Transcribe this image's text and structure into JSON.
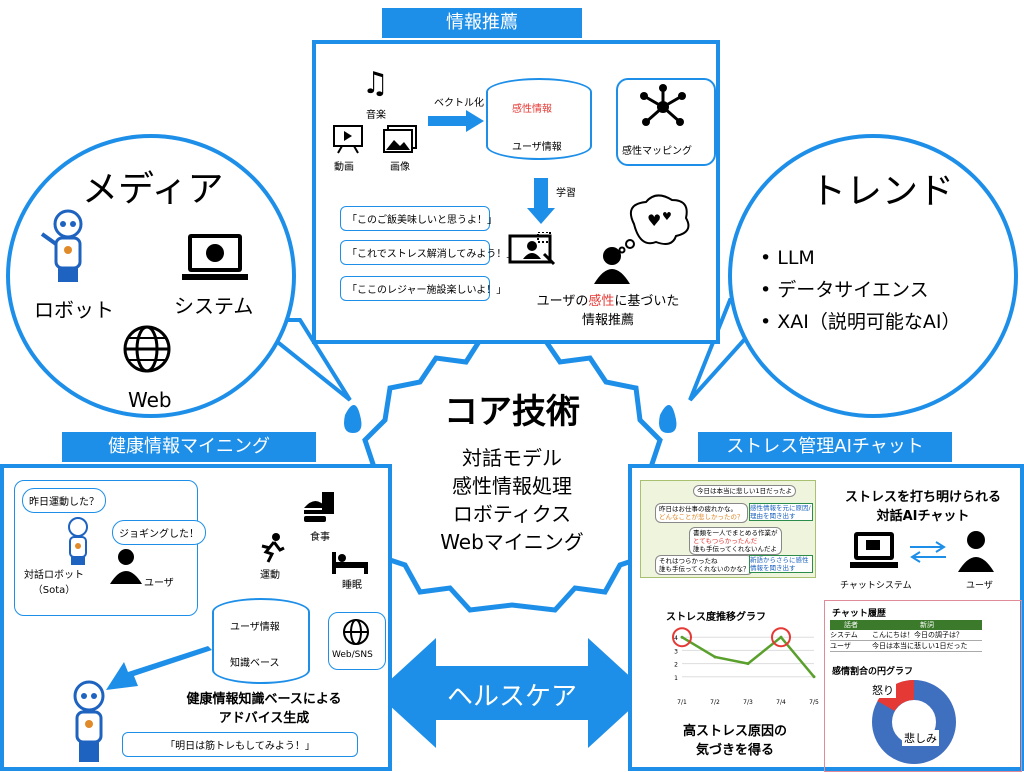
{
  "recommend": {
    "title": "情報推薦",
    "media_music": "音楽",
    "media_video": "動画",
    "media_image": "画像",
    "vectorize": "ベクトル化",
    "db_kansei": "感性情報",
    "db_user": "ユーザ情報",
    "mapping": "感性マッピング",
    "learn": "学習",
    "bubble1": "「このご飯美味しいと思うよ！」",
    "bubble2": "「これでストレス解消してみよう！」",
    "bubble3": "「ここのレジャー施設楽しいよ！」",
    "result_pre": "ユーザの",
    "result_em": "感性",
    "result_post": "に基づいた",
    "result_line2": "情報推薦"
  },
  "media": {
    "title": "メディア",
    "robot": "ロボット",
    "system": "システム",
    "web": "Web"
  },
  "trend": {
    "title": "トレンド",
    "items": [
      "LLM",
      "データサイエンス",
      "XAI（説明可能なAI）"
    ]
  },
  "core": {
    "title": "コア技術",
    "items": [
      "対話モデル",
      "感性情報処理",
      "ロボティクス",
      "Webマイニング"
    ]
  },
  "health": {
    "title": "健康情報マイニング",
    "q1": "昨日運動した？",
    "a1": "ジョギングした！",
    "robot_label": "対話ロボット",
    "robot_sub": "（Sota）",
    "user": "ユーザ",
    "meal": "食事",
    "exercise": "運動",
    "sleep": "睡眠",
    "db_user": "ユーザ情報",
    "db_kb": "知識ベース",
    "websns": "Web/SNS",
    "caption_1": "健康情報知識ベースによる",
    "caption_2": "アドバイス生成",
    "advice": "「明日は筋トレもしてみよう！」"
  },
  "healthcare": {
    "label": "ヘルスケア"
  },
  "stress": {
    "title": "ストレス管理AIチャット",
    "chat1": "今日は本当に悲しい1日だったよ",
    "chat2a": "昨日はお仕事の疲れかな。",
    "chat2b": "どんなことが悲しかったの？",
    "chat2_note": "感性情報を元に原因/理由を聞き出す",
    "chat3a": "書類を一人でまとめる作業が",
    "chat3b": "とてもつらかったんだ",
    "chat3c": "誰も手伝ってくれないんだよ",
    "chat4a": "それはつらかったね",
    "chat4b": "誰も手伝ってくれないのかな？",
    "chat4_note": "新語からさらに感性情報を聞き出す",
    "heading_1": "ストレスを打ち明けられる",
    "heading_2": "対話AIチャット",
    "chat_system": "チャットシステム",
    "user": "ユーザ",
    "graph_title": "ストレス度推移グラフ",
    "history_title": "チャット履歴",
    "history_head": [
      "話者",
      "新詞"
    ],
    "history_rows": [
      [
        "システム",
        "こんにちは！今日の調子は？"
      ],
      [
        "ユーザ",
        "今日は本当に悲しい1日だった"
      ]
    ],
    "pie_title": "感情割合の円グラフ",
    "pie_anger": "怒り",
    "pie_sad": "悲しみ",
    "caption_1": "高ストレス原因の",
    "caption_2": "気づきを得る",
    "colors": {
      "accent": "#1e8fe8",
      "line": "#5aa02c",
      "anger": "#e53935",
      "sad": "#3f6fbf"
    }
  },
  "chart_data": {
    "type": "line",
    "title": "ストレス度推移グラフ",
    "x": [
      "7/1",
      "7/2",
      "7/3",
      "7/4",
      "7/5"
    ],
    "series": [
      {
        "values": [
          4,
          2.5,
          2,
          4,
          1
        ]
      }
    ],
    "ylim": [
      0,
      5
    ],
    "yticks": [
      "1",
      "2",
      "3",
      "4"
    ]
  }
}
